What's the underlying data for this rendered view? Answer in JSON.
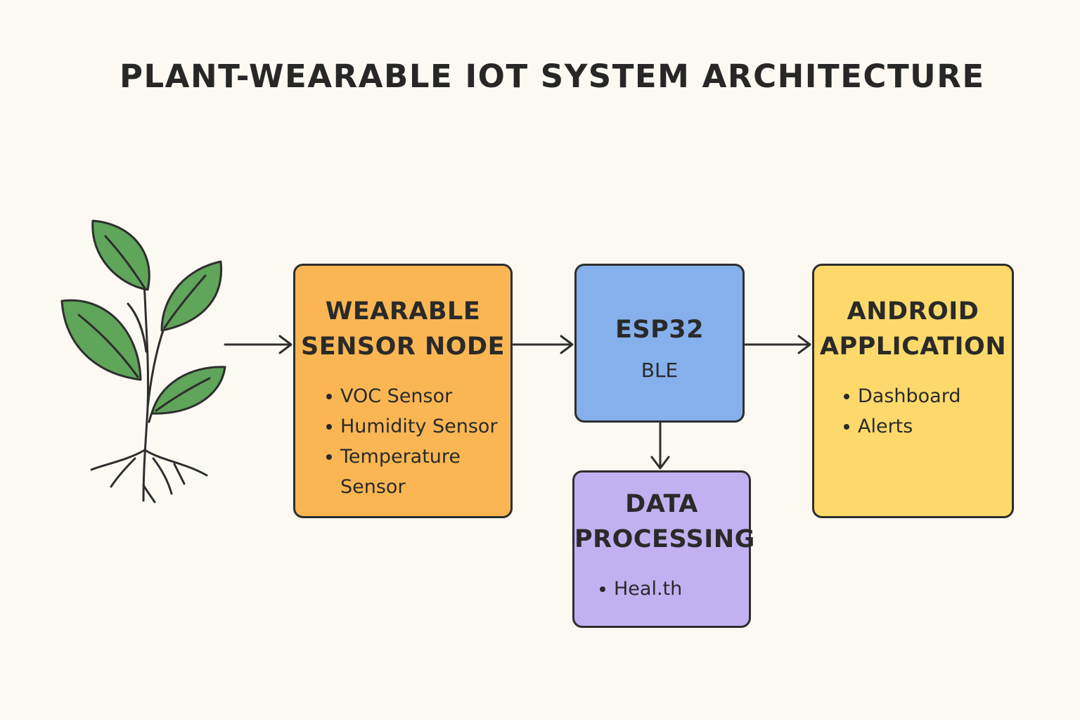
{
  "title": "PLANT-WEARABLE IOT SYSTEM ARCHITECTURE",
  "colors": {
    "background": "#fcf9f3",
    "sensor_node": "#f9b652",
    "esp32": "#86b0ec",
    "android": "#fcd96a",
    "data_processing": "#c1b1f1",
    "leaf": "#5fa55a",
    "outline": "#2e2e2e"
  },
  "plant": {
    "icon": "plant-icon"
  },
  "sensor_node": {
    "title_line1": "WEARABLE",
    "title_line2": "SENSOR NODE",
    "items": [
      "VOC Sensor",
      "Humidity Sensor",
      "Temperature Sensor"
    ]
  },
  "esp32": {
    "title": "ESP32",
    "subtitle": "BLE"
  },
  "android": {
    "title_line1": "ANDROID",
    "title_line2": "APPLICATION",
    "items": [
      "Dashboard",
      "Alerts"
    ]
  },
  "data_processing": {
    "title_line1": "DATA",
    "title_line2": "PROCESSING",
    "items": [
      "Heal.th"
    ]
  }
}
